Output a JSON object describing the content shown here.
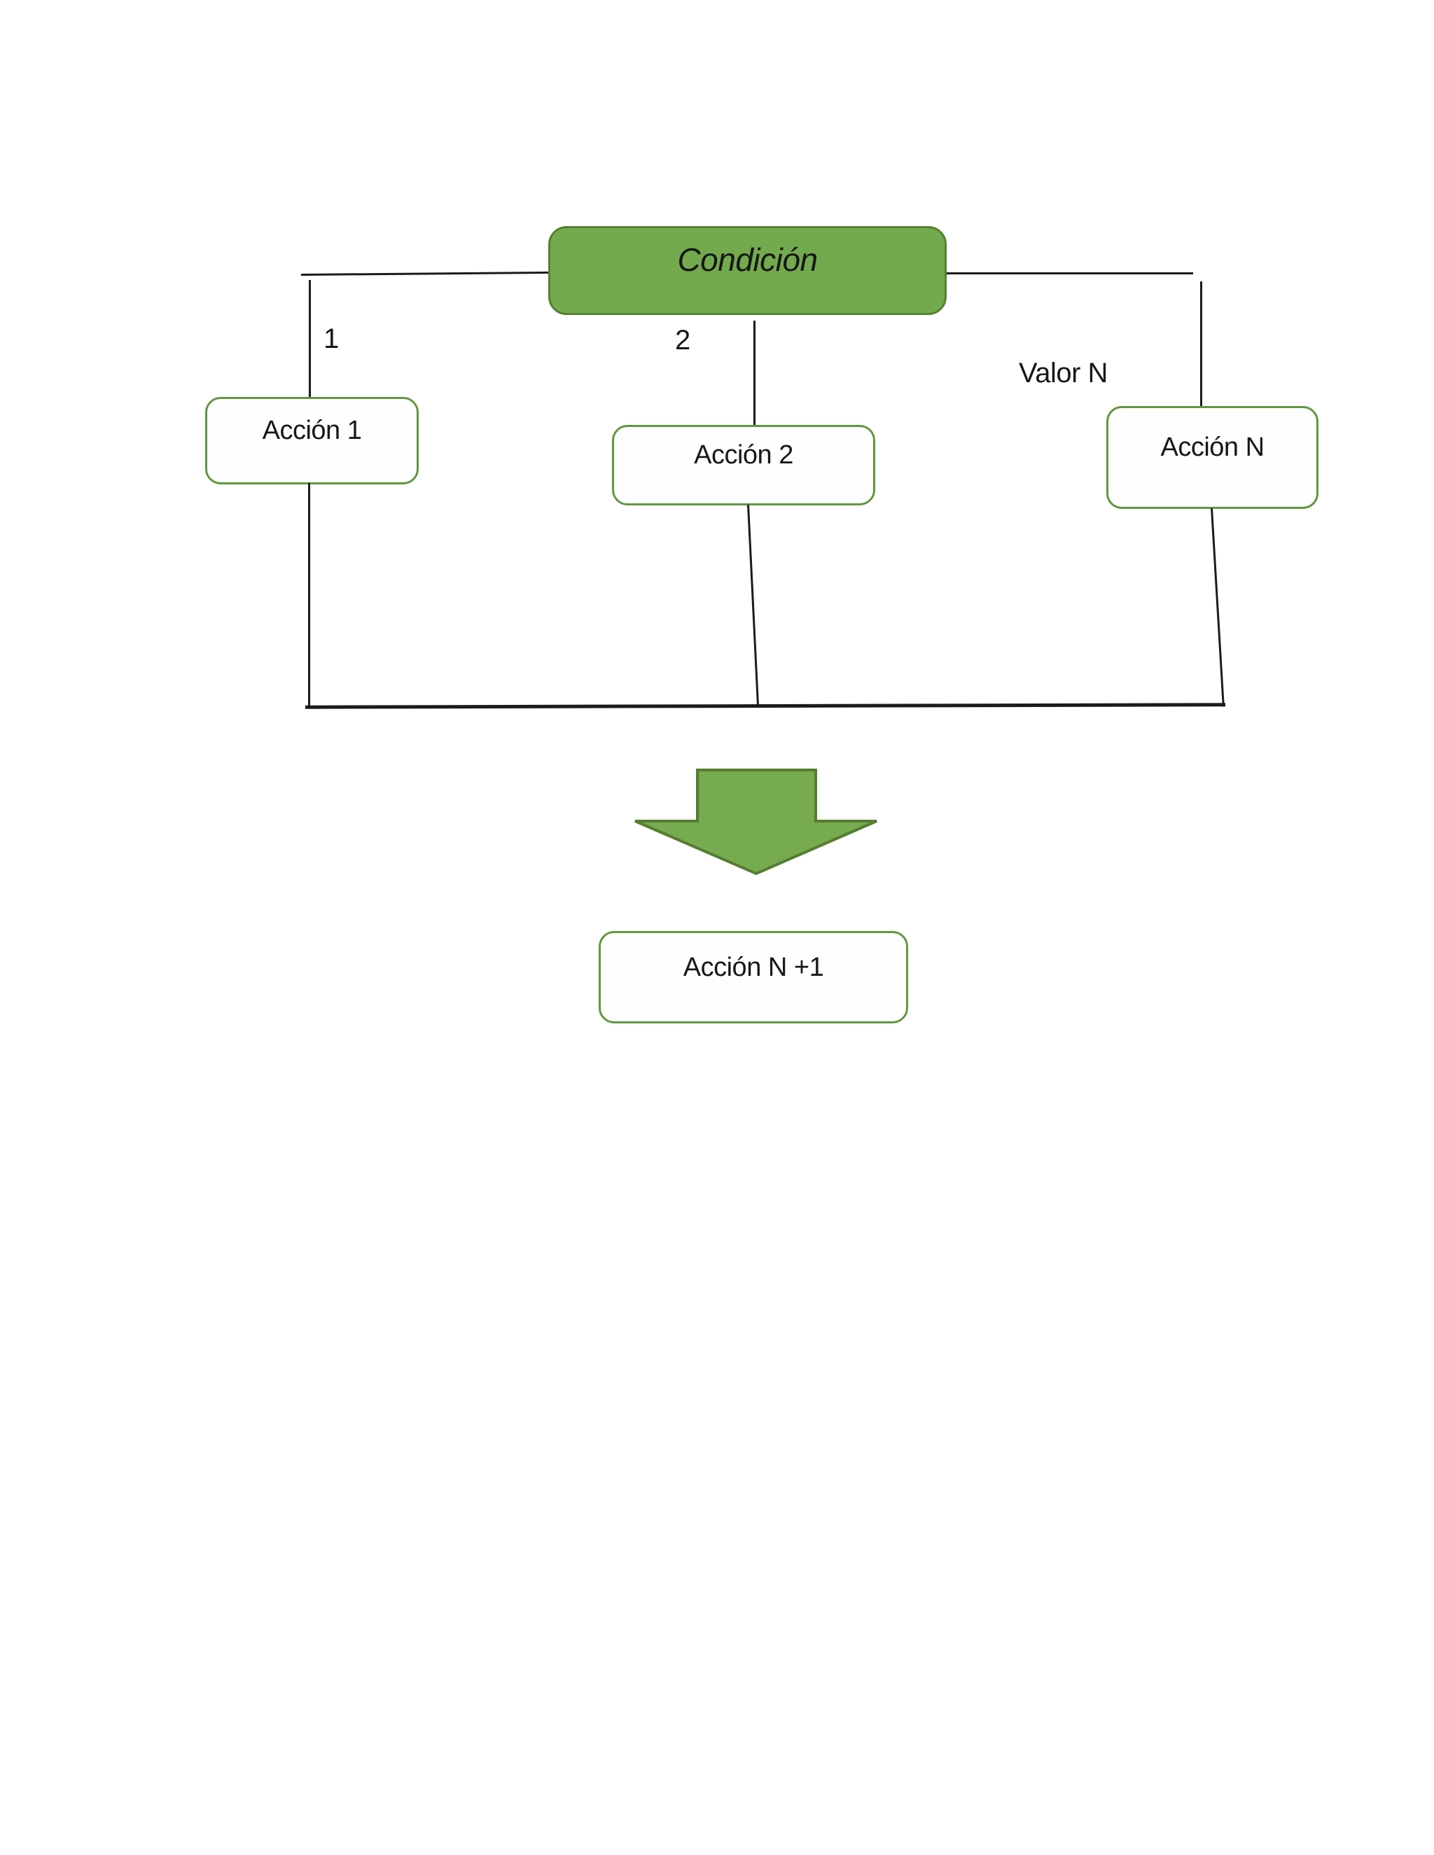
{
  "diagram": {
    "title_node": {
      "label": "Condición"
    },
    "branches": [
      {
        "value_label": "1",
        "action_label": "Acción 1"
      },
      {
        "value_label": "2",
        "action_label": "Acción 2"
      },
      {
        "value_label": "Valor N",
        "action_label": "Acción N"
      }
    ],
    "merge_node": {
      "label": "Acción N +1"
    },
    "arrow_icon": "down-block-arrow"
  },
  "colors": {
    "green_fill": "#74aa4e",
    "green_border": "#538230",
    "action_fill": "#fefefe",
    "action_border": "#61973f",
    "arrow_fill": "#76ab4f",
    "arrow_border": "#567d31",
    "line_color": "#1b1b1b",
    "text_color": "#171717"
  }
}
